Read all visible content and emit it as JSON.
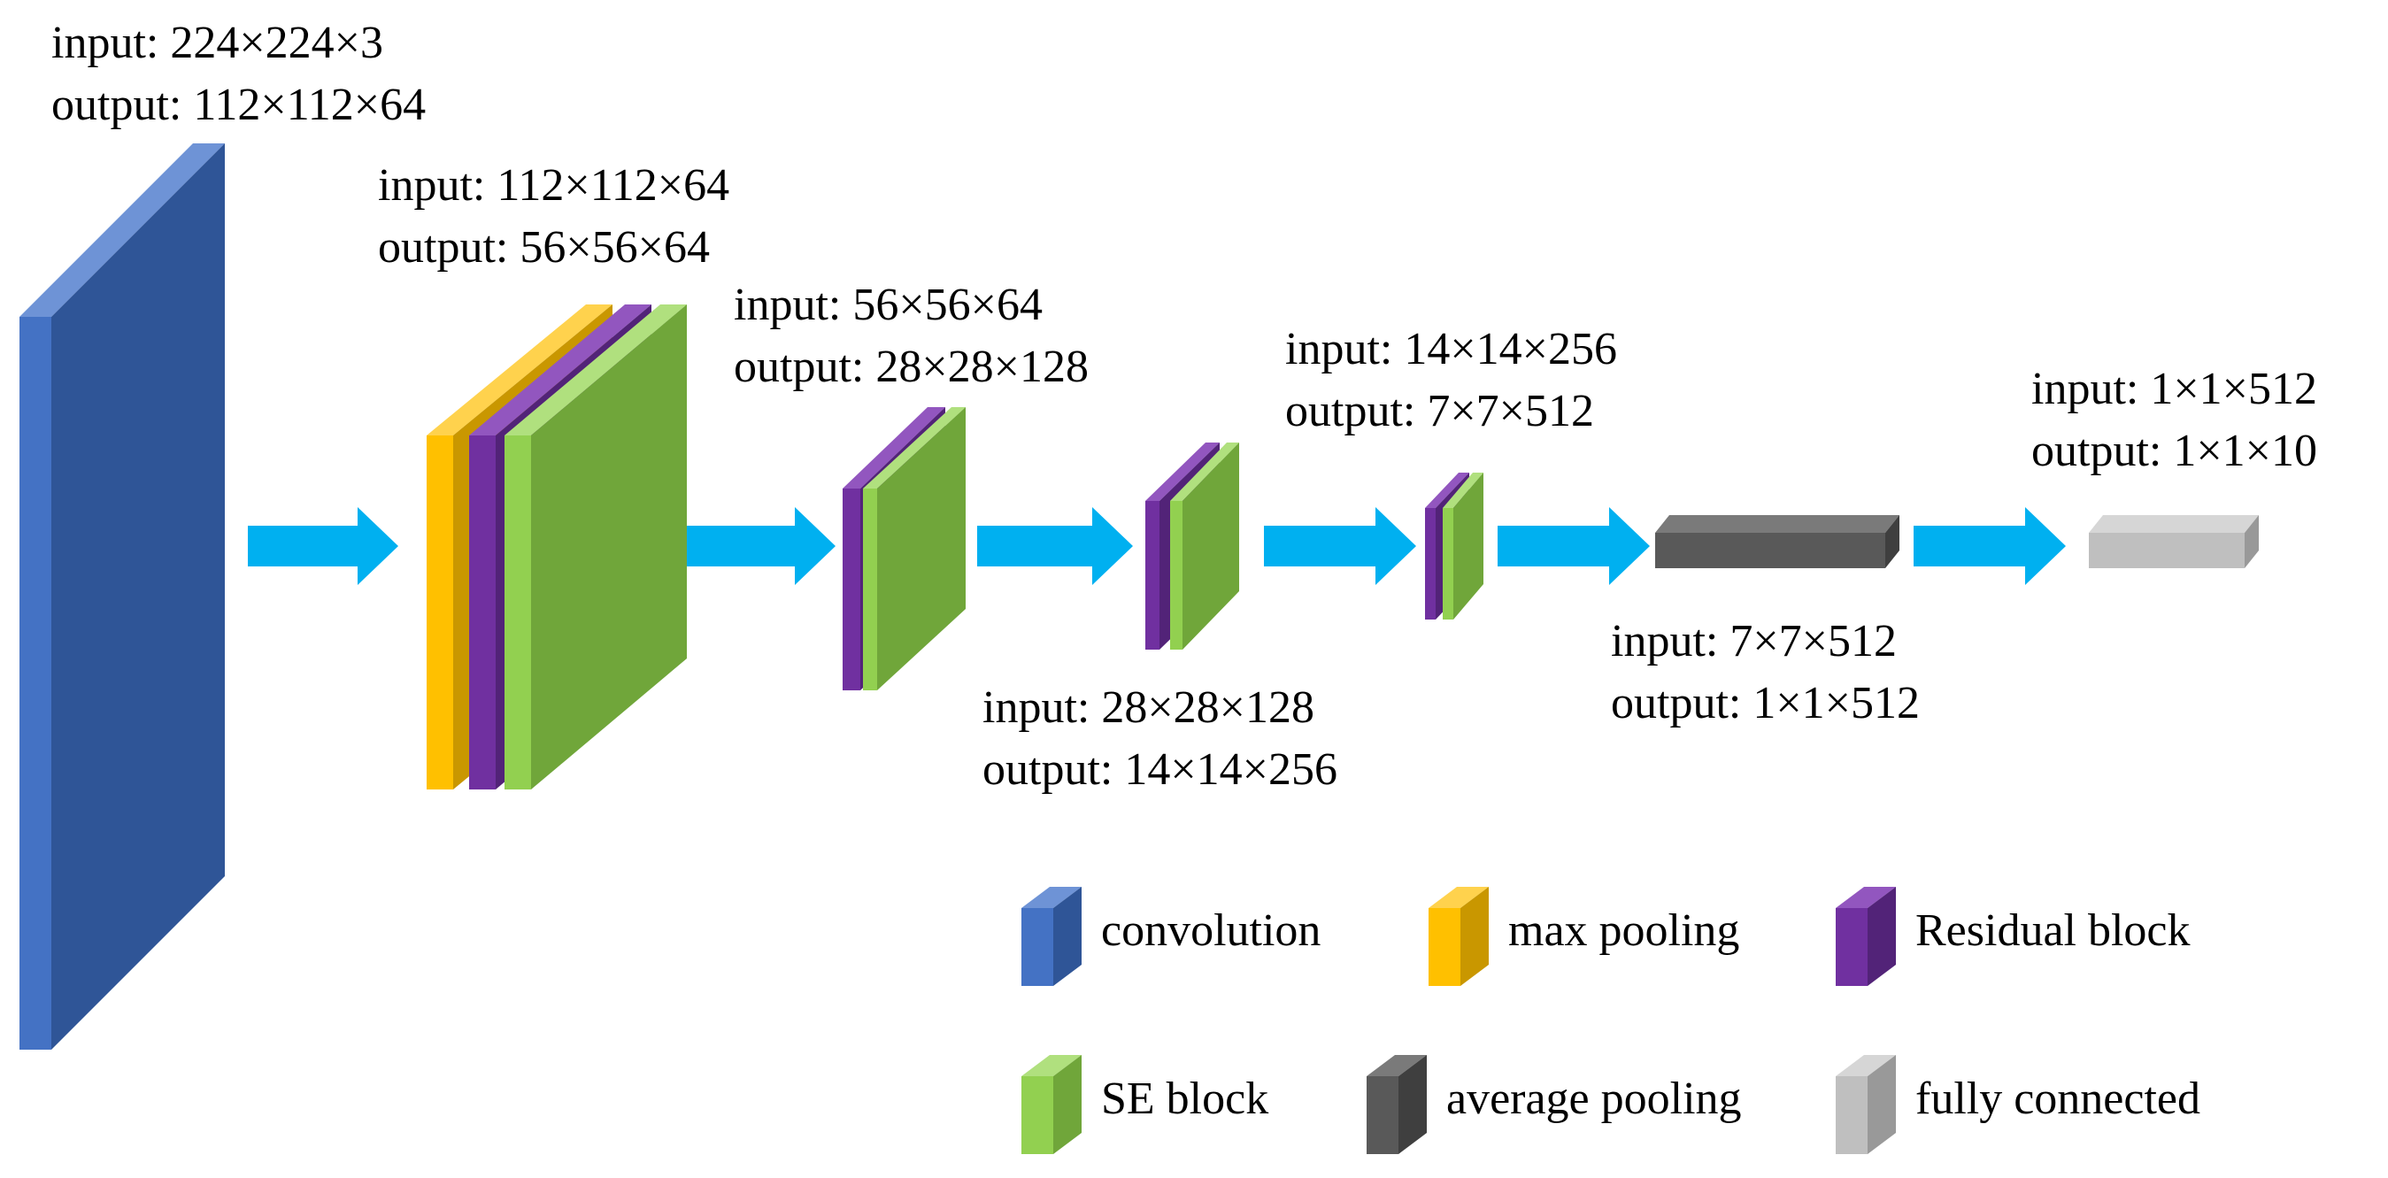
{
  "layers": [
    {
      "id": "conv1",
      "input": "input: 224×224×3",
      "output": "output: 112×112×64",
      "components": [
        "convolution"
      ]
    },
    {
      "id": "stage1",
      "input": "input: 112×112×64",
      "output": "output: 56×56×64",
      "components": [
        "max_pooling",
        "residual_block",
        "se_block"
      ]
    },
    {
      "id": "stage2",
      "input": "input: 56×56×64",
      "output": "output: 28×28×128",
      "components": [
        "residual_block",
        "se_block"
      ]
    },
    {
      "id": "stage3",
      "input": "input: 28×28×128",
      "output": "output: 14×14×256",
      "components": [
        "residual_block",
        "se_block"
      ]
    },
    {
      "id": "stage4",
      "input": "input: 14×14×256",
      "output": "output: 7×7×512",
      "components": [
        "residual_block",
        "se_block"
      ]
    },
    {
      "id": "avgpool",
      "input": "input: 7×7×512",
      "output": "output: 1×1×512",
      "components": [
        "average_pooling"
      ]
    },
    {
      "id": "fc",
      "input": "input: 1×1×512",
      "output": "output: 1×1×10",
      "components": [
        "fully_connected"
      ]
    }
  ],
  "legend": [
    {
      "key": "convolution",
      "label": "convolution",
      "front": "#4472C4",
      "side": "#2F5597",
      "top": "#6E93D6"
    },
    {
      "key": "max_pooling",
      "label": "max pooling",
      "front": "#FFC000",
      "side": "#C99700",
      "top": "#FFD24D"
    },
    {
      "key": "residual_block",
      "label": "Residual block",
      "front": "#7030A0",
      "side": "#522378",
      "top": "#9256BF"
    },
    {
      "key": "se_block",
      "label": "SE block",
      "front": "#92D050",
      "side": "#70A63A",
      "top": "#B0E07E"
    },
    {
      "key": "average_pooling",
      "label": "average pooling",
      "front": "#595959",
      "side": "#3F3F3F",
      "top": "#7A7A7A"
    },
    {
      "key": "fully_connected",
      "label": "fully connected",
      "front": "#BFBFBF",
      "side": "#999999",
      "top": "#D6D6D6"
    }
  ],
  "colors": {
    "arrow": "#00B0F0"
  }
}
